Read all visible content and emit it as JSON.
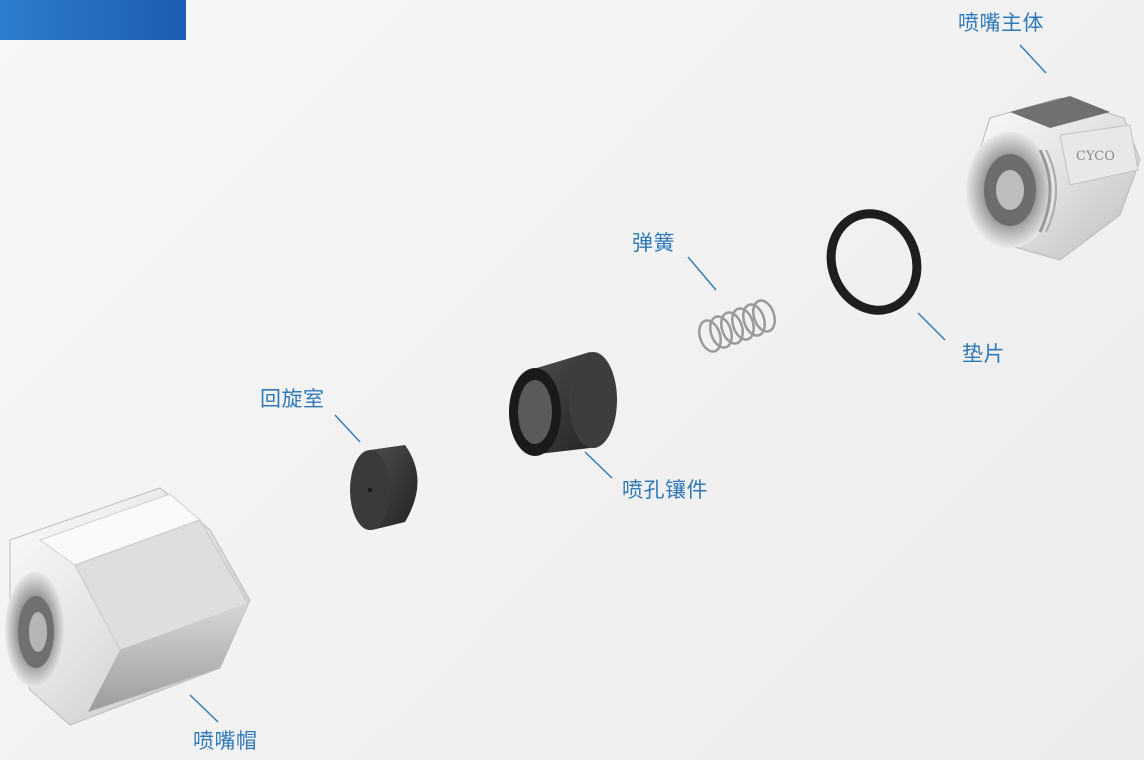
{
  "colors": {
    "accent": "#1f67bd",
    "label_text": "#2f79b8",
    "leader_line": "#2f79b8",
    "metal_light": "#f4f4f4",
    "metal_dark": "#8e8e8e",
    "ceramic": "#3a3a3a"
  },
  "brand_mark": "CYCO",
  "labels": {
    "nozzle_body": "喷嘴主体",
    "spring": "弹簧",
    "gasket": "垫片",
    "swirl_chamber": "回旋室",
    "orifice_insert": "喷孔镶件",
    "nozzle_cap": "喷嘴帽"
  }
}
